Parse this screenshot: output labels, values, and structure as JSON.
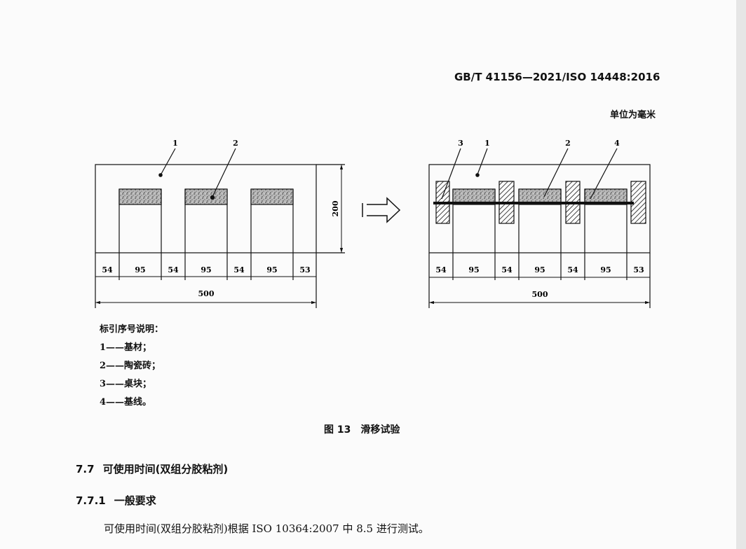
{
  "header": {
    "standard_code": "GB/T 41156—2021/ISO 14448:2016"
  },
  "unit_note": "单位为毫米",
  "figure": {
    "left_callouts": [
      "1",
      "2"
    ],
    "right_callouts": [
      "3",
      "1",
      "2",
      "4"
    ],
    "height_dim": "200",
    "segment_dims": [
      "54",
      "95",
      "54",
      "95",
      "54",
      "95",
      "53"
    ],
    "total_dim": "500"
  },
  "legend": {
    "title": "标引序号说明：",
    "items": [
      "1——基材；",
      "2——陶瓷砖；",
      "3——桌块；",
      "4——基线。"
    ]
  },
  "caption": "图 13　滑移试验",
  "section": {
    "number": "7.7",
    "title": "可使用时间(双组分胶粘剂)",
    "sub_number": "7.7.1",
    "sub_title": "一般要求",
    "paragraph": "可使用时间(双组分胶粘剂)根据 ISO 10364:2007 中 8.5 进行测试。"
  }
}
